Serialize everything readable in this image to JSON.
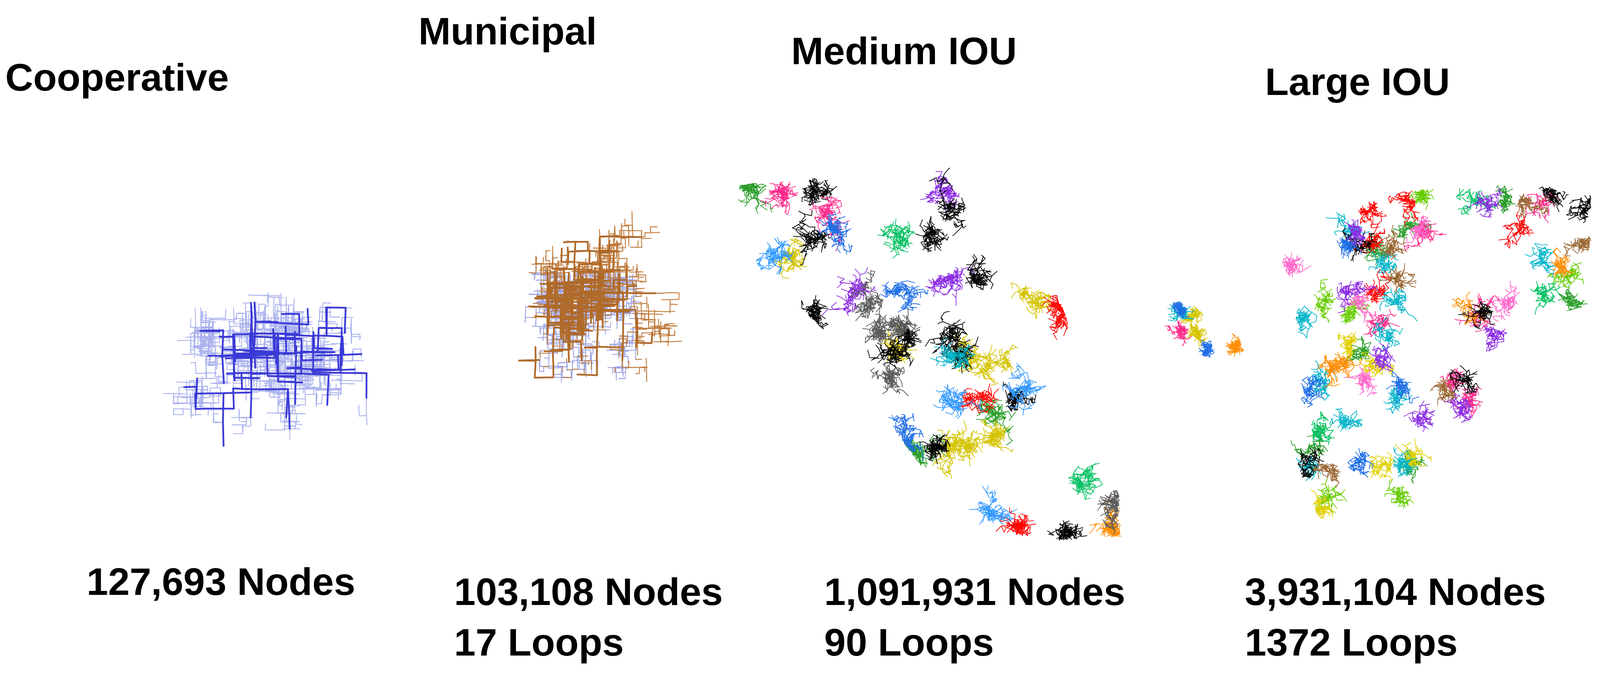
{
  "diagram": {
    "labels": [
      "Cooperative",
      "Municipal",
      "Medium IOU",
      "Large IOU",
      "127,693 Nodes",
      "103,108 Nodes",
      "17 Loops",
      "1,091,931 Nodes",
      "90 Loops",
      "3,931,104 Nodes",
      "1372 Loops"
    ]
  }
}
